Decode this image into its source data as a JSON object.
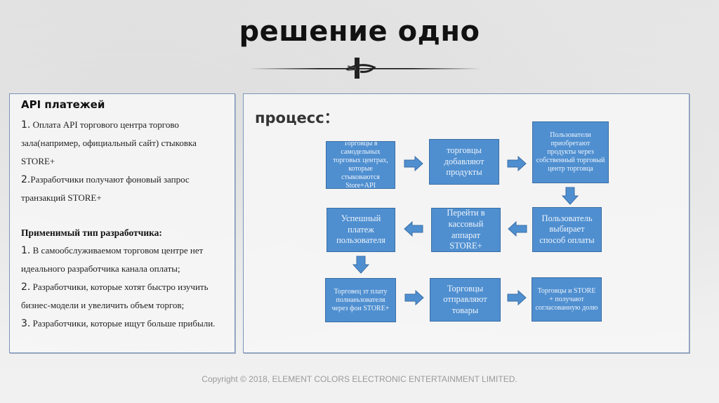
{
  "slide": {
    "title": "решение одно",
    "copyright": "Copyright © 2018, ELEMENT COLORS ELECTRONIC ENTERTAINMENT LIMITED."
  },
  "left_panel": {
    "heading": "API платежей",
    "section1": {
      "item1_num": "1.",
      "item1_line1": " Оплата API торгового центра торгово",
      "item1_line2": "зала(например, официальный сайт) стыковка",
      "item1_line3": "STORE+",
      "item2_num": "2.",
      "item2_line1": "Разработчики получают фоновый запрос",
      "item2_line2": "транзакций STORE+"
    },
    "section2": {
      "heading": "Применимый тип разработчика:",
      "item1_num": "1.",
      "item1_line1": " В самообслуживаемом торговом центре нет",
      "item1_line2": "идеального разработчика канала оплаты;",
      "item2_num": "2.",
      "item2_line1": " Разработчики, которые хотят быстро изучить",
      "item2_line2": "бизнес-модели и увеличить объем торгов;",
      "item3_num": "3.",
      "item3_line1": " Разработчики, которые ищут больше прибыли."
    }
  },
  "process": {
    "title": "процесс：",
    "box_color": "#4f8fd0",
    "steps": [
      {
        "label": "Торговцы в самодельных торговых центрах, которые стыковаются Store+API"
      },
      {
        "label": "торговцы добавляют продукты"
      },
      {
        "label": "Пользователи приобретают продукты через собственный торговый центр торговца"
      },
      {
        "label": "Пользователь выбирает способ оплаты"
      },
      {
        "label": "Перейти в кассовый аппарат STORE+"
      },
      {
        "label": "Успешный платеж пользователя"
      },
      {
        "label": "Торговец зт плату полнаеьзователя через фон STORE+"
      },
      {
        "label": "Торговцы отправляют товары"
      },
      {
        "label": "Торговцы и STORE + получают согласованную долю"
      }
    ],
    "arrows": [
      "right",
      "right",
      "down",
      "left",
      "left",
      "down",
      "right",
      "right"
    ]
  }
}
